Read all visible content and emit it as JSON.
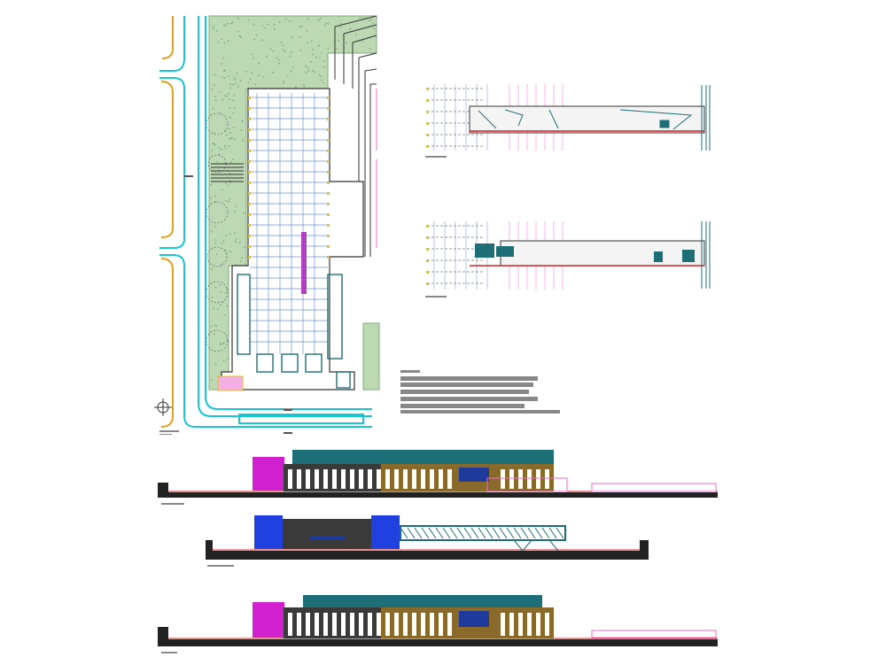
{
  "drawing": {
    "type": "architectural CAD sheet",
    "views": [
      {
        "id": "site-plan",
        "kind": "plan"
      },
      {
        "id": "section-top",
        "kind": "longitudinal section"
      },
      {
        "id": "section-middle",
        "kind": "longitudinal section"
      },
      {
        "id": "elevation-1",
        "kind": "elevation"
      },
      {
        "id": "elevation-2",
        "kind": "elevation"
      },
      {
        "id": "elevation-3",
        "kind": "elevation"
      }
    ],
    "notes_block_lines": 6
  },
  "colors": {
    "background": "#ffffff",
    "vegetation": "#8fbf8a",
    "road_cyan": "#19c6d6",
    "road_orange": "#e6a020",
    "grid_blue": "#6f8fe0",
    "grid_yellow": "#e6c21a",
    "magenta": "#e020e0",
    "teal_roof": "#1e6e78",
    "ground_dark": "#222222",
    "red_line": "#d42020",
    "pink": "#f06ad0",
    "brown_facade": "#8a6a2a",
    "blue_facade": "#2040e0"
  }
}
